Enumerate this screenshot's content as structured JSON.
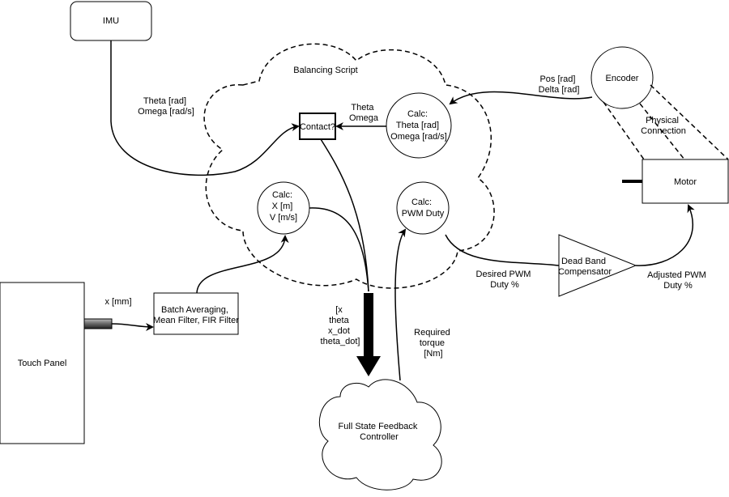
{
  "nodes": {
    "imu": "IMU",
    "balancing_script": "Balancing Script",
    "contact": "Contact?",
    "calc_theta": [
      "Calc:",
      "Theta [rad]",
      "Omega [rad/s]"
    ],
    "encoder": "Encoder",
    "motor": "Motor",
    "calc_x": [
      "Calc:",
      "X [m]",
      "V [m/s]"
    ],
    "calc_pwm": [
      "Calc:",
      "PWM Duty"
    ],
    "dead_band": [
      "Dead Band",
      "Compensator"
    ],
    "touch_panel": "Touch Panel",
    "batch": [
      "Batch Averaging,",
      "Mean Filter, FIR Filter"
    ],
    "controller": [
      "Full State Feedback",
      "Controller"
    ]
  },
  "labels": {
    "imu_out": [
      "Theta [rad]",
      "Omega [rad/s]"
    ],
    "theta_omega": [
      "Theta",
      "Omega"
    ],
    "encoder_out": [
      "Pos [rad]",
      "Delta [rad]"
    ],
    "physical": [
      "Physical",
      "Connection"
    ],
    "x_mm": "x [mm]",
    "state": [
      "[x",
      "theta",
      "x_dot",
      "theta_dot]"
    ],
    "torque": [
      "Required",
      "torque",
      "[Nm]"
    ],
    "desired_pwm": [
      "Desired PWM",
      "Duty %"
    ],
    "adjusted_pwm": [
      "Adjusted PWM",
      "Duty %"
    ]
  }
}
